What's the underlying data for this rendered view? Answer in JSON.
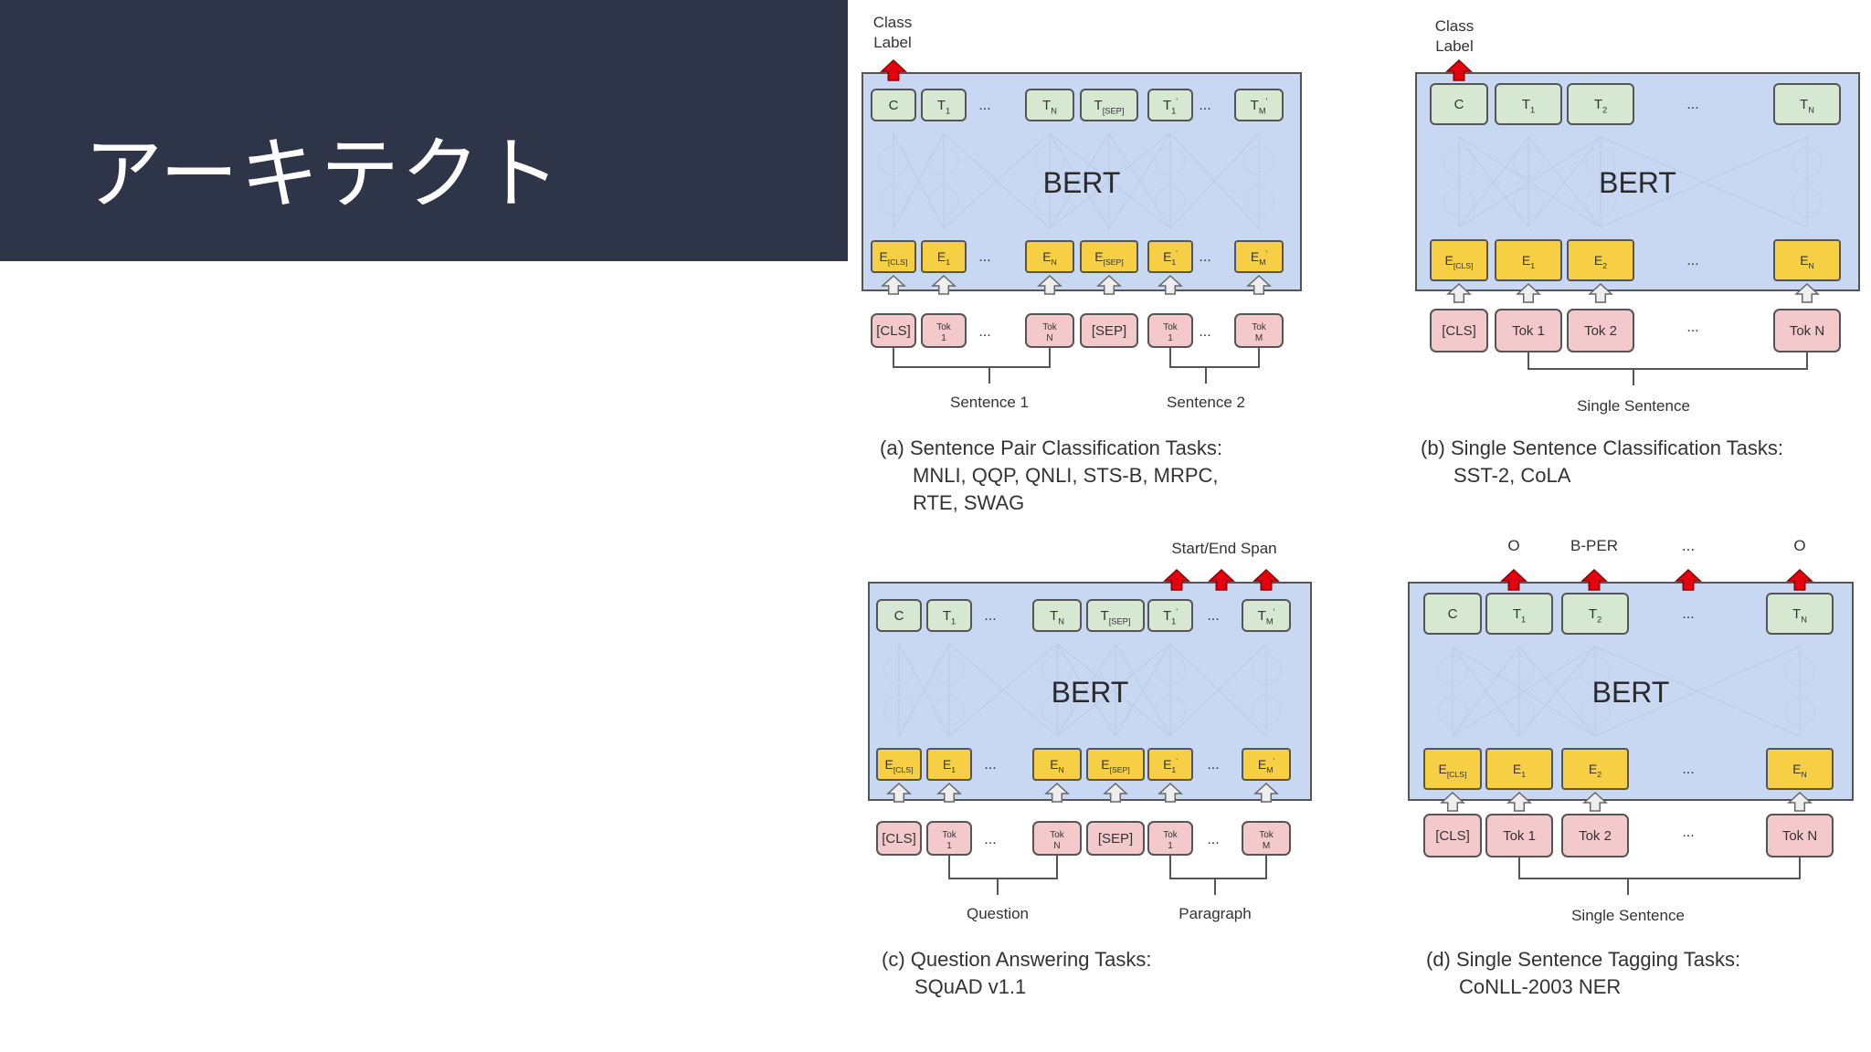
{
  "slide": {
    "title": "アーキテクト"
  },
  "colors": {
    "title_bg": "#2f3548",
    "bert_bg": "#c9d8f2",
    "output_fill": "#d6e8d2",
    "embed_fill": "#f7cf45",
    "token_fill": "#f4c9cc",
    "arrow_red": "#e4000f"
  },
  "panels": [
    {
      "id": "a",
      "model": "BERT",
      "top_label": "Class\nLabel",
      "outputs": [
        {
          "t": "C"
        },
        {
          "t": "T",
          "s": "1"
        },
        {
          "dots": true
        },
        {
          "t": "T",
          "s": "N"
        },
        {
          "t": "T",
          "s": "[SEP]"
        },
        {
          "t": "T",
          "s": "1",
          "p": "'"
        },
        {
          "dots": true
        },
        {
          "t": "T",
          "s": "M",
          "p": "'"
        }
      ],
      "embeddings": [
        {
          "t": "E",
          "s": "[CLS]"
        },
        {
          "t": "E",
          "s": "1"
        },
        {
          "dots": true
        },
        {
          "t": "E",
          "s": "N"
        },
        {
          "t": "E",
          "s": "[SEP]"
        },
        {
          "t": "E",
          "s": "1",
          "p": "'"
        },
        {
          "dots": true
        },
        {
          "t": "E",
          "s": "M",
          "p": "'"
        }
      ],
      "tokens": [
        {
          "t": "[CLS]"
        },
        {
          "t": "Tok\n1"
        },
        {
          "dots": true
        },
        {
          "t": "Tok\nN"
        },
        {
          "t": "[SEP]"
        },
        {
          "t": "Tok\n1"
        },
        {
          "dots": true
        },
        {
          "t": "Tok\nM"
        }
      ],
      "groups": [
        "Sentence 1",
        "Sentence 2"
      ],
      "caption": [
        "(a) Sentence Pair Classification Tasks:",
        "MNLI, QQP, QNLI, STS-B, MRPC,",
        "RTE, SWAG"
      ]
    },
    {
      "id": "b",
      "model": "BERT",
      "top_label": "Class\nLabel",
      "outputs": [
        {
          "t": "C"
        },
        {
          "t": "T",
          "s": "1"
        },
        {
          "t": "T",
          "s": "2"
        },
        {
          "dots": true
        },
        {
          "t": "T",
          "s": "N"
        }
      ],
      "embeddings": [
        {
          "t": "E",
          "s": "[CLS]"
        },
        {
          "t": "E",
          "s": "1"
        },
        {
          "t": "E",
          "s": "2"
        },
        {
          "dots": true
        },
        {
          "t": "E",
          "s": "N"
        }
      ],
      "tokens": [
        {
          "t": "[CLS]"
        },
        {
          "t": "Tok 1"
        },
        {
          "t": "Tok 2"
        },
        {
          "dots": true
        },
        {
          "t": "Tok N"
        }
      ],
      "groups": [
        "Single Sentence"
      ],
      "caption": [
        "(b) Single Sentence Classification Tasks:",
        "SST-2, CoLA"
      ]
    },
    {
      "id": "c",
      "model": "BERT",
      "top_label": "Start/End Span",
      "outputs": [
        {
          "t": "C"
        },
        {
          "t": "T",
          "s": "1"
        },
        {
          "dots": true
        },
        {
          "t": "T",
          "s": "N"
        },
        {
          "t": "T",
          "s": "[SEP]"
        },
        {
          "t": "T",
          "s": "1",
          "p": "'"
        },
        {
          "dots": true
        },
        {
          "t": "T",
          "s": "M",
          "p": "'"
        }
      ],
      "embeddings": [
        {
          "t": "E",
          "s": "[CLS]"
        },
        {
          "t": "E",
          "s": "1"
        },
        {
          "dots": true
        },
        {
          "t": "E",
          "s": "N"
        },
        {
          "t": "E",
          "s": "[SEP]"
        },
        {
          "t": "E",
          "s": "1",
          "p": "'"
        },
        {
          "dots": true
        },
        {
          "t": "E",
          "s": "M",
          "p": "'"
        }
      ],
      "tokens": [
        {
          "t": "[CLS]"
        },
        {
          "t": "Tok\n1"
        },
        {
          "dots": true
        },
        {
          "t": "Tok\nN"
        },
        {
          "t": "[SEP]"
        },
        {
          "t": "Tok\n1"
        },
        {
          "dots": true
        },
        {
          "t": "Tok\nM"
        }
      ],
      "groups": [
        "Question",
        "Paragraph"
      ],
      "caption": [
        "(c) Question Answering Tasks:",
        "SQuAD v1.1"
      ]
    },
    {
      "id": "d",
      "model": "BERT",
      "top_labels": [
        "O",
        "B-PER",
        "...",
        "O"
      ],
      "outputs": [
        {
          "t": "C"
        },
        {
          "t": "T",
          "s": "1"
        },
        {
          "t": "T",
          "s": "2"
        },
        {
          "dots": true
        },
        {
          "t": "T",
          "s": "N"
        }
      ],
      "embeddings": [
        {
          "t": "E",
          "s": "[CLS]"
        },
        {
          "t": "E",
          "s": "1"
        },
        {
          "t": "E",
          "s": "2"
        },
        {
          "dots": true
        },
        {
          "t": "E",
          "s": "N"
        }
      ],
      "tokens": [
        {
          "t": "[CLS]"
        },
        {
          "t": "Tok 1"
        },
        {
          "t": "Tok 2"
        },
        {
          "dots": true
        },
        {
          "t": "Tok N"
        }
      ],
      "groups": [
        "Single Sentence"
      ],
      "caption": [
        "(d) Single Sentence Tagging Tasks:",
        "CoNLL-2003 NER"
      ]
    }
  ]
}
